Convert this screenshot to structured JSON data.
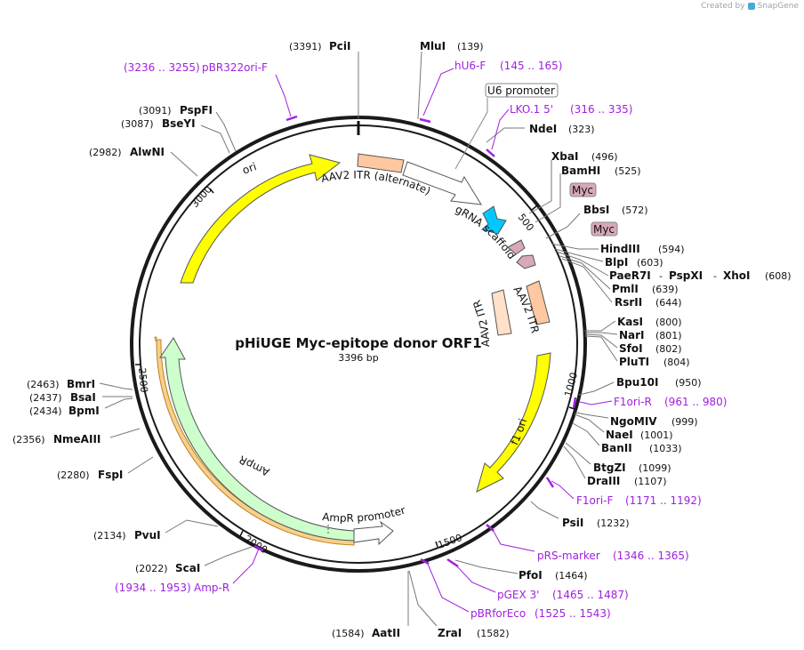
{
  "credit": {
    "prefix": "Created by",
    "brand": "SnapGene"
  },
  "plasmid": {
    "name": "pHiUGE Myc-epitope donor ORF1",
    "length_label": "3396 bp"
  },
  "ticks": [
    "500",
    "1000",
    "1500",
    "2000",
    "2500",
    "3000"
  ],
  "enzymes": [
    {
      "name": "PciI",
      "pos": "(3391)"
    },
    {
      "name": "MluI",
      "pos": "(139)"
    },
    {
      "name": "NdeI",
      "pos": "(323)"
    },
    {
      "name": "XbaI",
      "pos": "(496)"
    },
    {
      "name": "BamHI",
      "pos": "(525)"
    },
    {
      "name": "BbsI",
      "pos": "(572)"
    },
    {
      "name": "HindIII",
      "pos": "(594)"
    },
    {
      "name": "BlpI",
      "pos": "(603)"
    },
    {
      "name": "PaeR7I",
      "sep1": "-",
      "name2": "PspXI",
      "sep2": "-",
      "name3": "XhoI",
      "pos": "(608)"
    },
    {
      "name": "PmlI",
      "pos": "(639)"
    },
    {
      "name": "RsrII",
      "pos": "(644)"
    },
    {
      "name": "KasI",
      "pos": "(800)"
    },
    {
      "name": "NarI",
      "pos": "(801)"
    },
    {
      "name": "SfoI",
      "pos": "(802)"
    },
    {
      "name": "PluTI",
      "pos": "(804)"
    },
    {
      "name": "Bpu10I",
      "pos": "(950)"
    },
    {
      "name": "NgoMIV",
      "pos": "(999)"
    },
    {
      "name": "NaeI",
      "pos": "(1001)"
    },
    {
      "name": "BanII",
      "pos": "(1033)"
    },
    {
      "name": "BtgZI",
      "pos": "(1099)"
    },
    {
      "name": "DraIII",
      "pos": "(1107)"
    },
    {
      "name": "PsiI",
      "pos": "(1232)"
    },
    {
      "name": "PfoI",
      "pos": "(1464)"
    },
    {
      "name": "ZraI",
      "pos": "(1582)"
    },
    {
      "name": "AatII",
      "pos": "(1584)"
    },
    {
      "name": "ScaI",
      "pos": "(2022)"
    },
    {
      "name": "PvuI",
      "pos": "(2134)"
    },
    {
      "name": "FspI",
      "pos": "(2280)"
    },
    {
      "name": "NmeAIII",
      "pos": "(2356)"
    },
    {
      "name": "BpmI",
      "pos": "(2434)"
    },
    {
      "name": "BsaI",
      "pos": "(2437)"
    },
    {
      "name": "BmrI",
      "pos": "(2463)"
    },
    {
      "name": "AlwNI",
      "pos": "(2982)"
    },
    {
      "name": "BseYI",
      "pos": "(3087)"
    },
    {
      "name": "PspFI",
      "pos": "(3091)"
    }
  ],
  "primers": [
    {
      "name": "hU6-F",
      "range": "(145 .. 165)"
    },
    {
      "name": "LKO.1 5'",
      "range": "(316 .. 335)"
    },
    {
      "name": "F1ori-R",
      "range": "(961 .. 980)"
    },
    {
      "name": "F1ori-F",
      "range": "(1171 .. 1192)"
    },
    {
      "name": "pRS-marker",
      "range": "(1346 .. 1365)"
    },
    {
      "name": "pGEX 3'",
      "range": "(1465 .. 1487)"
    },
    {
      "name": "pBRforEco",
      "range": "(1525 .. 1543)"
    },
    {
      "name": "Amp-R",
      "range": "(1934 .. 1953)"
    },
    {
      "name": "pBR322ori-F",
      "range": "(3236 .. 3255)"
    }
  ],
  "features": {
    "u6_promoter": "U6 promoter",
    "myc1": "Myc",
    "myc2": "Myc",
    "aav2_itr_alt": "AAV2 ITR (alternate)",
    "grna_scaffold": "gRNA scaffold",
    "aav2_itr_a": "AAV2 ITR",
    "aav2_itr_b": "AAV2 ITR",
    "f1_ori": "f1 ori",
    "ampr_promoter": "AmpR promoter",
    "ampr": "AmpR",
    "ori": "ori"
  },
  "colors": {
    "backbone": "#1a1a1a",
    "primer": "#a020e0",
    "ori": "#ffff00",
    "f1_ori": "#ffff00",
    "ampr": "#ccffcc",
    "itr": "#ffc8a0",
    "grna": "#00c8ff",
    "myc": "#d8a8b8",
    "promoter": "#ffffff",
    "ampr_highlight": "#f0b040"
  }
}
